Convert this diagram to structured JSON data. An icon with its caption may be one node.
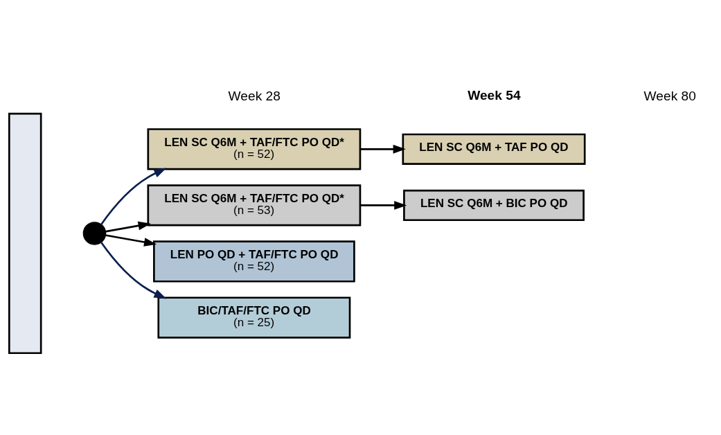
{
  "diagram": {
    "nodes": [
      {
        "text": [],
        "shape": "box"
      },
      {
        "text": [],
        "shape": "circle"
      },
      {
        "text": [
          "LEN SC Q6M + TAF/FTC PO QD*",
          "(n = 52)"
        ]
      },
      {
        "text": [
          "LEN SC Q6M + TAF PO QD"
        ]
      },
      {
        "text": [
          "LEN SC Q6M + TAF/FTC PO QD*",
          "(n = 53)"
        ]
      },
      {
        "text": [
          "LEN SC Q6M + BIC PO QD"
        ]
      },
      {
        "text": [
          "LEN PO QD + TAF/FTC PO QD",
          "(n = 52)"
        ]
      },
      {
        "text": [
          "BIC/TAF/FTC PO QD",
          "(n = 25)"
        ]
      }
    ],
    "edges": [
      {
        "from": 1,
        "to": 2,
        "arrow": "to",
        "color": "#0a1f4d"
      },
      {
        "from": 1,
        "to": 4,
        "arrow": "to"
      },
      {
        "from": 1,
        "to": 6,
        "arrow": "to"
      },
      {
        "from": 1,
        "to": 7,
        "arrow": "to",
        "color": "#0a1f4d"
      },
      {
        "from": 2,
        "to": 3,
        "arrow": "to"
      },
      {
        "from": 4,
        "to": 5,
        "arrow": "to"
      }
    ],
    "labels": [
      "Week 28",
      "Week 54",
      "Week 80"
    ]
  }
}
